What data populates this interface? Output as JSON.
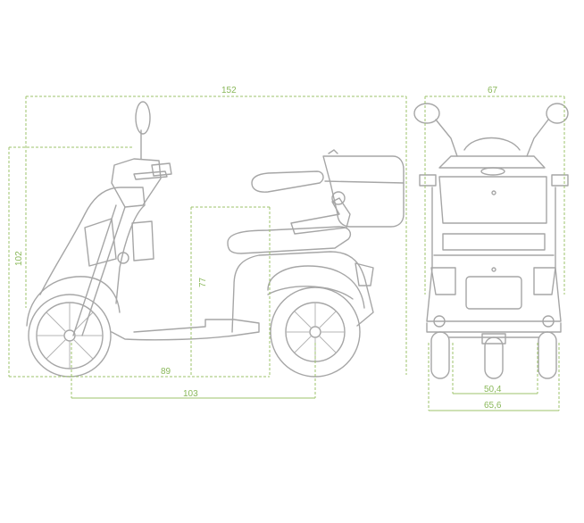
{
  "dimensions": {
    "overall_length": "152",
    "overall_width_top": "67",
    "overall_height": "102",
    "seat_height": "77",
    "length_89": "89",
    "wheelbase": "103",
    "rear_track_inner": "50,4",
    "rear_track_outer": "65,6"
  },
  "colors": {
    "outline": "#a6a6a6",
    "dimension": "#9cc36b"
  }
}
